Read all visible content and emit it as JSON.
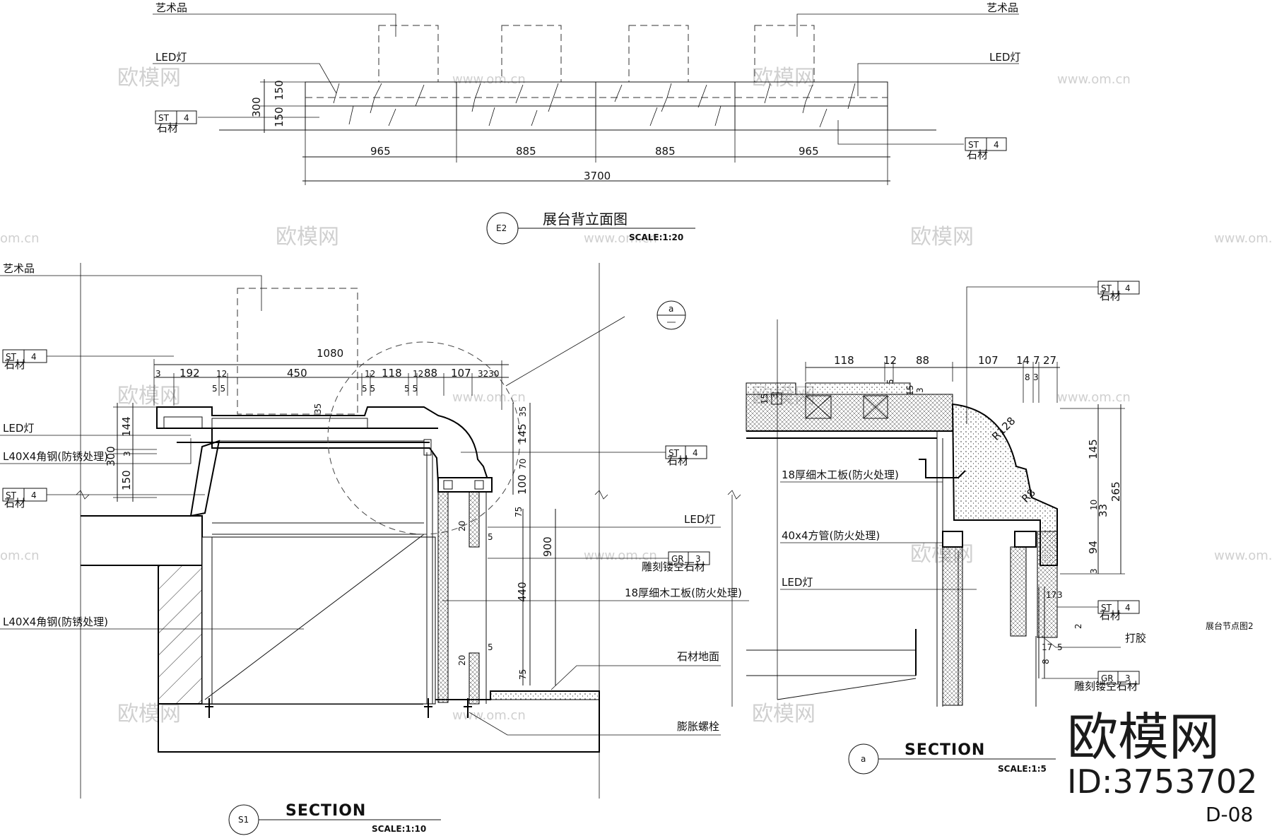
{
  "watermark": {
    "brand": "欧模网",
    "url": "www.om.cn",
    "url_short": "om.cn"
  },
  "logo": {
    "brand": "欧模网",
    "id": "ID:3753702"
  },
  "sheet_number": "D-08",
  "elevation": {
    "labels": {
      "artwork": "艺术品",
      "led": "LED灯",
      "stone": "石材"
    },
    "tag": {
      "code": "ST",
      "num": "4"
    },
    "dims_bottom": [
      "965",
      "885",
      "885",
      "965"
    ],
    "dim_total": "3700",
    "dims_side": [
      "150",
      "150",
      "300"
    ],
    "title": "展台背立面图",
    "scale": "SCALE:1:20",
    "marker": "E2"
  },
  "section1": {
    "labels": {
      "artwork": "艺术品",
      "stone": "石材",
      "led": "LED灯",
      "angle_steel": "L40X4角钢(防锈处理)",
      "carved_stone": "雕刻镂空石材",
      "plywood": "18厚细木工板(防火处理)",
      "stone_floor": "石材地面",
      "bolt": "膨胀螺栓"
    },
    "tag_st": {
      "code": "ST",
      "num": "4"
    },
    "tag_gr": {
      "code": "GR",
      "num": "3"
    },
    "dims_top": [
      "1080",
      "192",
      "450",
      "118",
      "88",
      "107",
      "3230",
      "3",
      "12",
      "12",
      "12",
      "5 5",
      "5 5",
      "5 5",
      "35"
    ],
    "dims_left": [
      "144",
      "3",
      "150",
      "300"
    ],
    "dims_right": [
      "35",
      "145",
      "70",
      "100",
      "75",
      "20",
      "5",
      "900",
      "440",
      "20",
      "5",
      "75"
    ],
    "callout": "a",
    "title": "SECTION",
    "scale": "SCALE:1:10",
    "marker": "S1"
  },
  "detail_a": {
    "labels": {
      "stone": "石材",
      "plywood": "18厚细木工板(防火处理)",
      "tube": "40x4方管(防火处理)",
      "led": "LED灯",
      "glue": "打胶",
      "carved_stone": "雕刻镂空石材"
    },
    "tag_st": {
      "code": "ST",
      "num": "4"
    },
    "tag_gr": {
      "code": "GR",
      "num": "3"
    },
    "dims_top": [
      "118",
      "12",
      "88",
      "107",
      "14",
      "7",
      "27",
      "5",
      "8",
      "3"
    ],
    "dims_misc": [
      "15",
      "3",
      "15",
      "3",
      "R128",
      "R8"
    ],
    "dims_right": [
      "145",
      "265",
      "10",
      "33",
      "94",
      "3",
      "17",
      "3",
      "17",
      "5",
      "8",
      "2"
    ],
    "note": "展台节点图2",
    "title": "SECTION",
    "scale": "SCALE:1:5",
    "marker": "a"
  }
}
